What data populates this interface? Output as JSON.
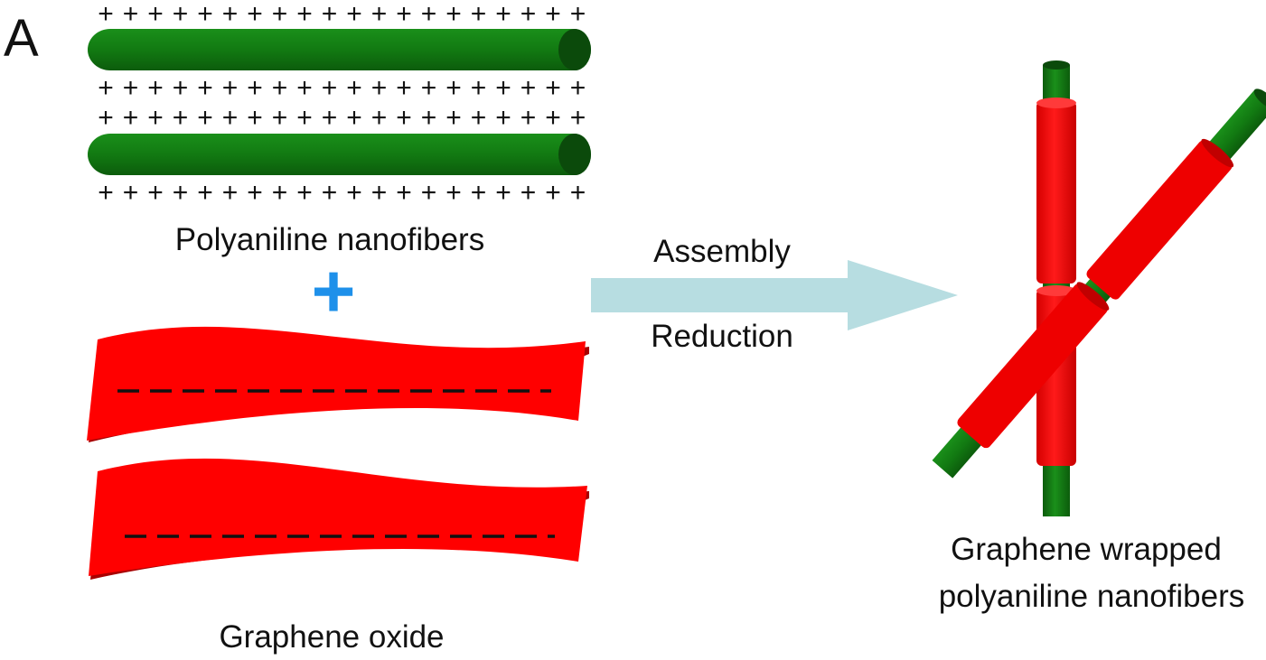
{
  "panel_label": "A",
  "labels": {
    "pani": "Polyaniline nanofibers",
    "go": "Graphene oxide",
    "assembly": "Assembly",
    "reduction": "Reduction",
    "product_line1": "Graphene wrapped",
    "product_line2": "polyaniline nanofibers"
  },
  "symbols": {
    "positive_charge": "+",
    "combine": "+",
    "negative_charge": "−"
  },
  "colors": {
    "fiber_green": "#127a12",
    "fiber_green_end": "#0b4a0b",
    "graphene_red": "#ff0000",
    "graphene_red_shadow": "#b00000",
    "arrow_fill": "#b7dde1",
    "plus_blue": "#1e90ea",
    "charge_black": "#111111"
  }
}
